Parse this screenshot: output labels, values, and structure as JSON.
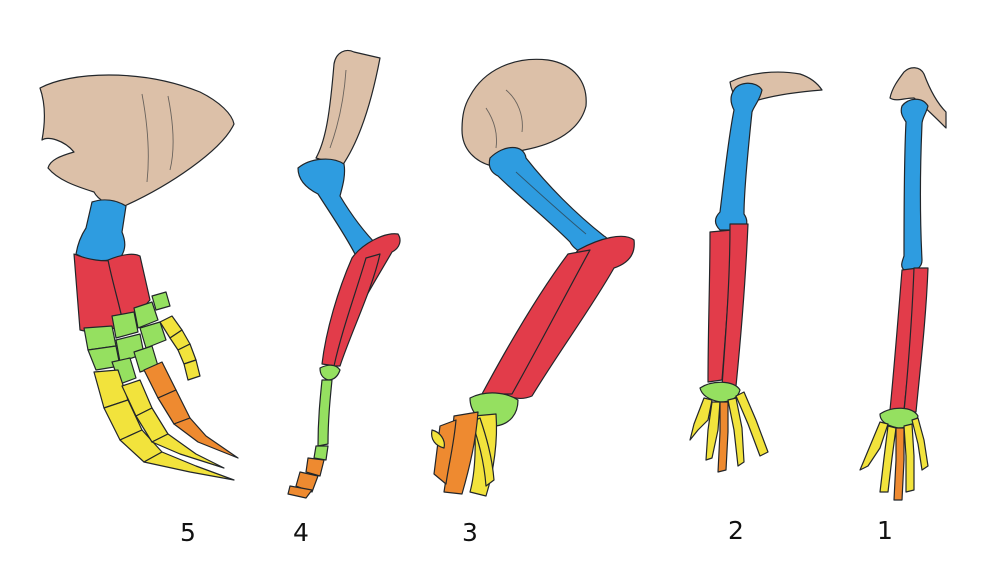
{
  "colors": {
    "scapula": "#dcc0a8",
    "humerus": "#2e9ce0",
    "forearm": "#e23c4a",
    "carpals": "#95e060",
    "digits_a": "#f2e33c",
    "digits_b": "#ee8a30",
    "outline": "#22262a"
  },
  "limbs": [
    {
      "label": "5"
    },
    {
      "label": "4"
    },
    {
      "label": "3"
    },
    {
      "label": "2"
    },
    {
      "label": "1"
    }
  ]
}
